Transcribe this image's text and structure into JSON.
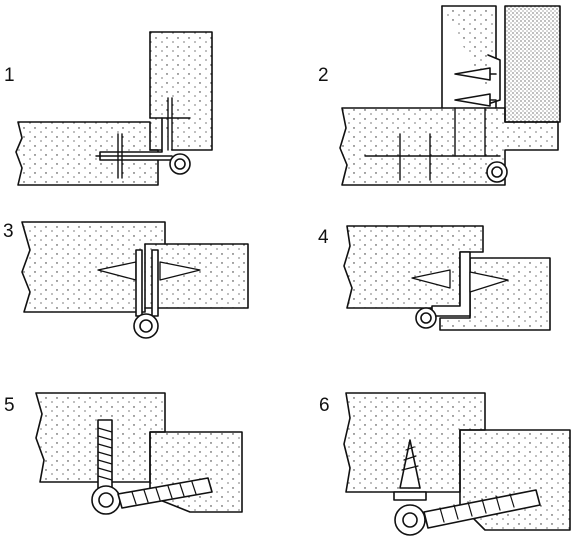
{
  "panels": [
    {
      "number": "1",
      "depicts": "nail-hinge-joint"
    },
    {
      "number": "2",
      "depicts": "nail-hinge-with-screws-to-wall"
    },
    {
      "number": "3",
      "depicts": "screw-through-hinge-eye"
    },
    {
      "number": "4",
      "depicts": "offset-hinge-with-screw"
    },
    {
      "number": "5",
      "depicts": "lag-screw-eye-hinge"
    },
    {
      "number": "6",
      "depicts": "eye-bolt-hinge-with-screw"
    }
  ],
  "colors": {
    "ink": "#111111",
    "paper": "#ffffff",
    "stipple": "#222222"
  }
}
